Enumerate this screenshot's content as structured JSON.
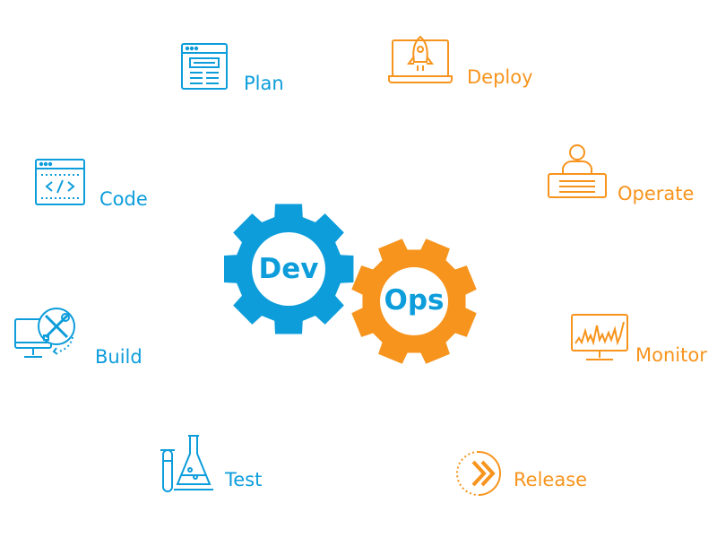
{
  "colors": {
    "dev": "#0d9ddb",
    "ops": "#f7941d",
    "background": "#ffffff"
  },
  "center": {
    "dev_label": "Dev",
    "ops_label": "Ops"
  },
  "stages": {
    "plan": {
      "label": "Plan",
      "icon": "wireframe-document-icon"
    },
    "code": {
      "label": "Code",
      "icon": "code-window-icon"
    },
    "build": {
      "label": "Build",
      "icon": "monitor-tools-icon"
    },
    "test": {
      "label": "Test",
      "icon": "test-tube-flask-icon"
    },
    "release": {
      "label": "Release",
      "icon": "chevron-circle-icon"
    },
    "monitor": {
      "label": "Monitor",
      "icon": "monitor-chart-icon"
    },
    "operate": {
      "label": "Operate",
      "icon": "operator-desk-icon"
    },
    "deploy": {
      "label": "Deploy",
      "icon": "laptop-rocket-icon"
    }
  }
}
